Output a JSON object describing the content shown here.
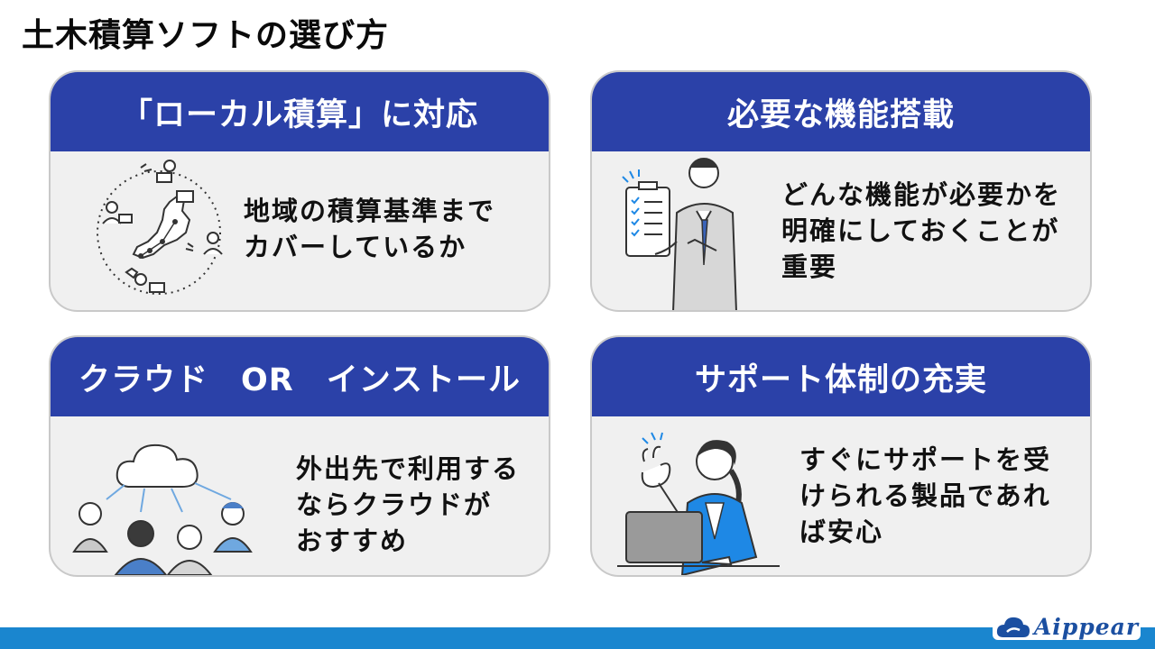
{
  "title": "土木積算ソフトの選び方",
  "cards": [
    {
      "heading": "「ローカル積算」に対応",
      "lines": [
        "地域の積算基準まで",
        "カバーしているか"
      ]
    },
    {
      "heading": "必要な機能搭載",
      "lines": [
        "どんな機能が必要かを",
        "明確にしておくことが",
        "重要"
      ]
    },
    {
      "heading": "クラウド　OR　インストール",
      "lines": [
        "外出先で利用する",
        "ならクラウドが",
        "おすすめ"
      ]
    },
    {
      "heading": "サポート体制の充実",
      "lines": [
        "すぐにサポートを受",
        "けられる製品であれ",
        "ば安心"
      ]
    }
  ],
  "logo": {
    "text": "Aippear",
    "icon": "cloud-logo-icon"
  },
  "colors": {
    "header": "#2b41a8",
    "card_bg": "#f0f0f0",
    "footer": "#1a86cf",
    "logo": "#1b4fa1"
  }
}
